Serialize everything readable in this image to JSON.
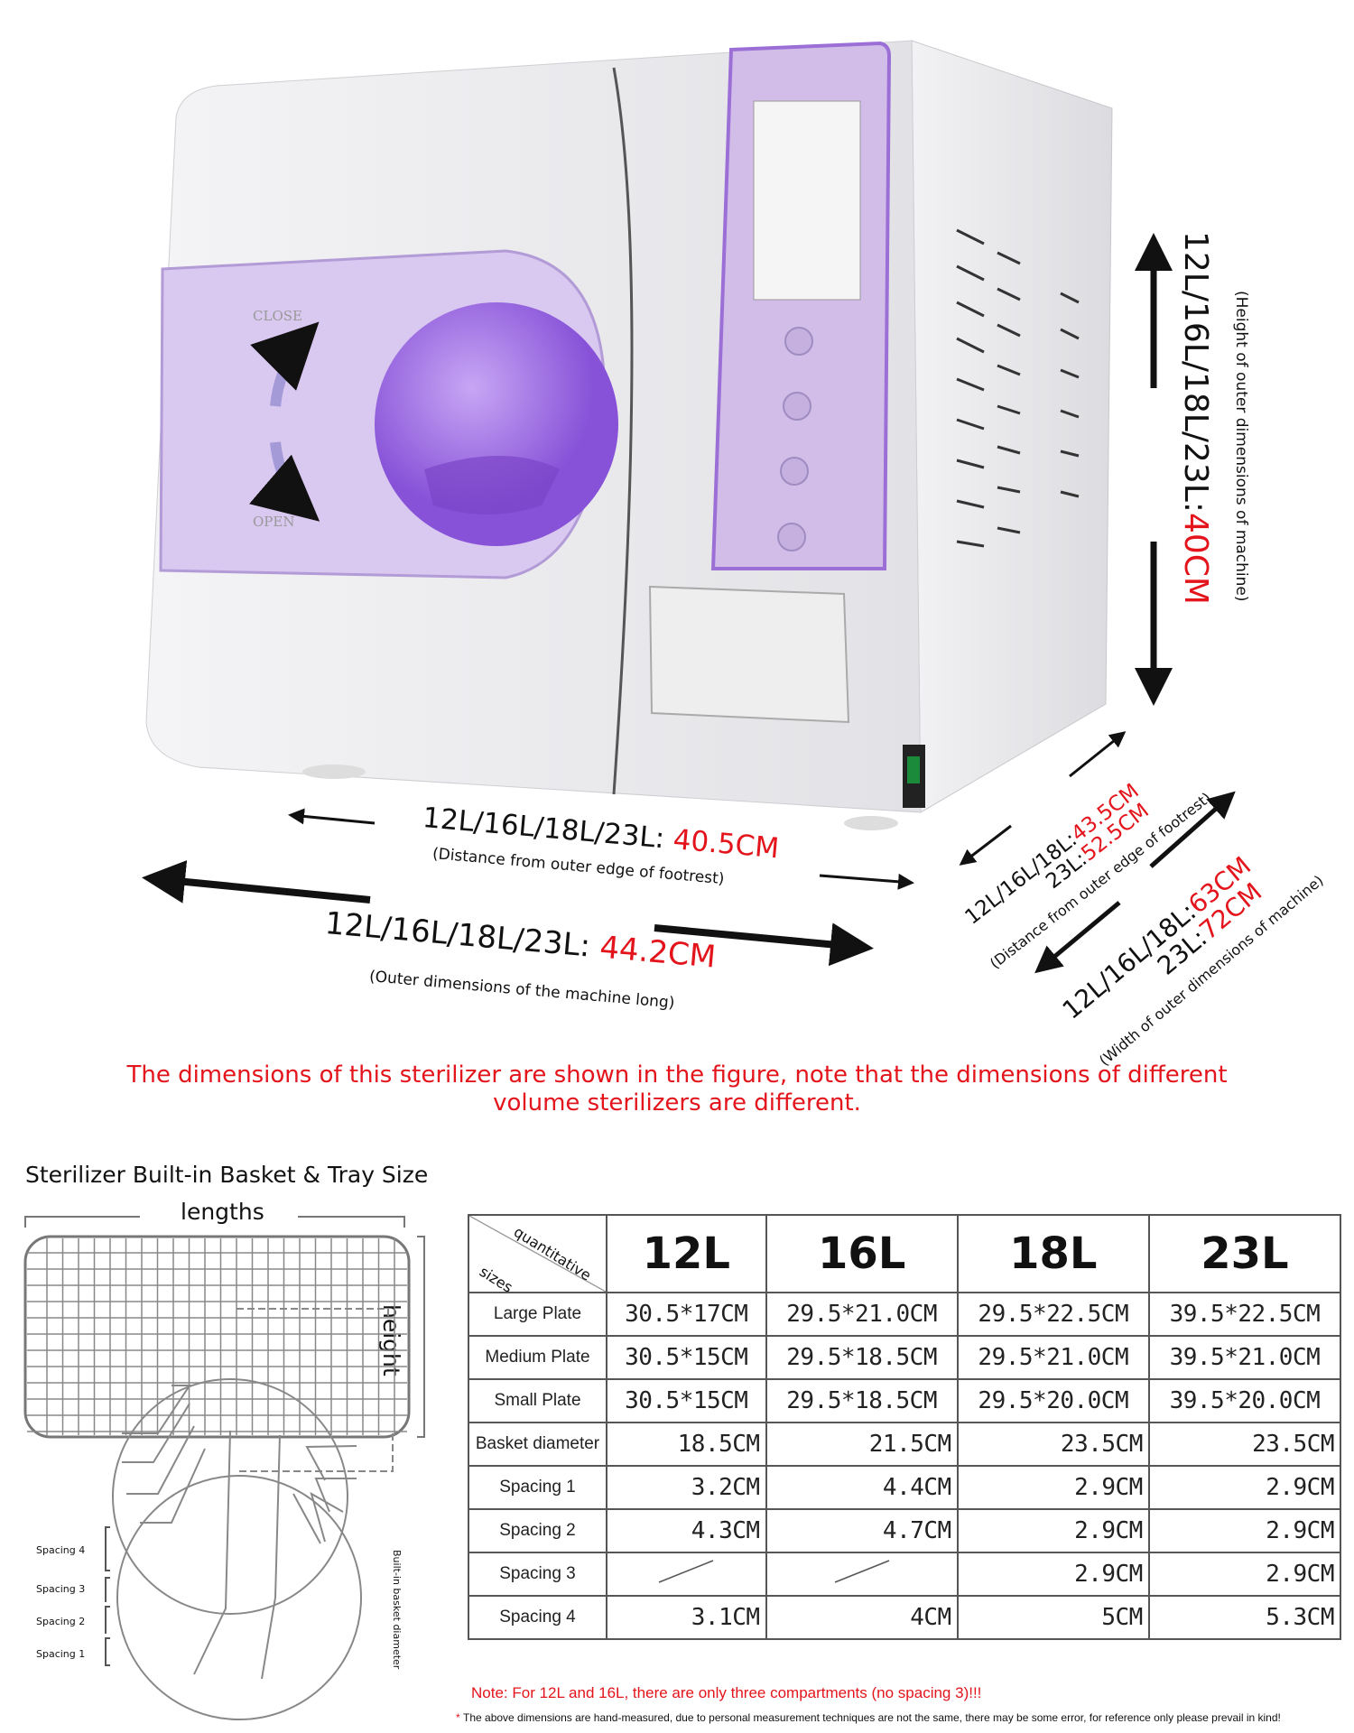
{
  "machine": {
    "door_close_label": "CLOSE",
    "door_open_label": "OPEN",
    "colors": {
      "accent": "#9b6fd6",
      "panel": "#c9b4e2",
      "body": "#ececec",
      "dimension_red": "#e3141b"
    }
  },
  "dimensions": {
    "height": {
      "prefix": "12L/16L/18L/23L:",
      "value": "40CM",
      "desc": "(Height of outer dimensions of machine)"
    },
    "footrest_length": {
      "prefix": "12L/16L/18L/23L: ",
      "value": "40.5CM",
      "desc": "(Distance from outer edge of footrest)"
    },
    "outer_length": {
      "prefix": "12L/16L/18L/23L: ",
      "value": "44.2CM",
      "desc": "(Outer dimensions of the machine long)"
    },
    "footrest_width": {
      "prefix1": "12L/16L/18L:",
      "value1": "43.5CM",
      "prefix2": "23L:",
      "value2": "52.5CM",
      "desc": "(Distance from outer edge of footrest)"
    },
    "outer_width": {
      "prefix1": "12L/16L/18L:",
      "value1": "63CM",
      "prefix2": "23L:",
      "value2": "72CM",
      "desc": "(Width of outer dimensions of machine)"
    }
  },
  "caption": "The dimensions of this sterilizer are shown in the figure, note that the dimensions of different volume sterilizers are different.",
  "basket": {
    "title": "Sterilizer Built-in Basket & Tray Size",
    "lengths_label": "lengths",
    "height_label": "height",
    "diameter_label": "Built-in basket diameter",
    "spacing_labels": [
      "Spacing 4",
      "Spacing 3",
      "Spacing 2",
      "Spacing 1"
    ]
  },
  "table": {
    "corner_top": "quantitative",
    "corner_bottom": "sizes",
    "columns": [
      "12L",
      "16L",
      "18L",
      "23L"
    ],
    "rows": [
      {
        "label": "Large Plate",
        "values": [
          "30.5*17CM",
          "29.5*21.0CM",
          "29.5*22.5CM",
          "39.5*22.5CM"
        ]
      },
      {
        "label": "Medium Plate",
        "values": [
          "30.5*15CM",
          "29.5*18.5CM",
          "29.5*21.0CM",
          "39.5*21.0CM"
        ]
      },
      {
        "label": "Small Plate",
        "values": [
          "30.5*15CM",
          "29.5*18.5CM",
          "29.5*20.0CM",
          "39.5*20.0CM"
        ]
      },
      {
        "label": "Basket diameter",
        "values": [
          "18.5CM",
          "21.5CM",
          "23.5CM",
          "23.5CM"
        ]
      },
      {
        "label": "Spacing 1",
        "values": [
          "3.2CM",
          "4.4CM",
          "2.9CM",
          "2.9CM"
        ]
      },
      {
        "label": "Spacing 2",
        "values": [
          "4.3CM",
          "4.7CM",
          "2.9CM",
          "2.9CM"
        ]
      },
      {
        "label": "Spacing 3",
        "values": [
          "",
          "",
          "2.9CM",
          "2.9CM"
        ]
      },
      {
        "label": "Spacing 4",
        "values": [
          "3.1CM",
          "4CM",
          "5CM",
          "5.3CM"
        ]
      }
    ]
  },
  "note": "Note: For 12L and 16L, there are only three compartments (no spacing 3)!!!",
  "footnote": "The above dimensions are hand-measured, due to personal measurement techniques are not the same, there may be some error, for reference only please prevail in kind!"
}
